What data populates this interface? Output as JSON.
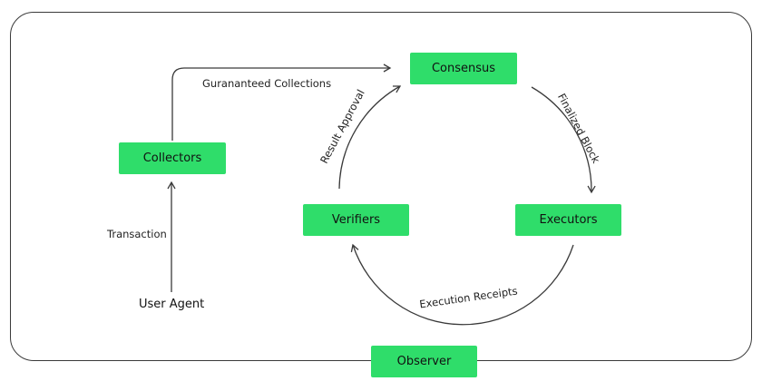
{
  "nodes": {
    "consensus": "Consensus",
    "collectors": "Collectors",
    "verifiers": "Verifiers",
    "executors": "Executors",
    "observer": "Observer",
    "user_agent": "User Agent"
  },
  "edges": {
    "guaranteed_collections": "Gurananteed Collections",
    "transaction": "Transaction",
    "result_approval": "Result Approval",
    "finalized_block": "Finalized Block",
    "execution_receipts": "Execution Receipts"
  },
  "colors": {
    "node_fill": "#2fdd6a",
    "line": "#3a3a3a"
  }
}
